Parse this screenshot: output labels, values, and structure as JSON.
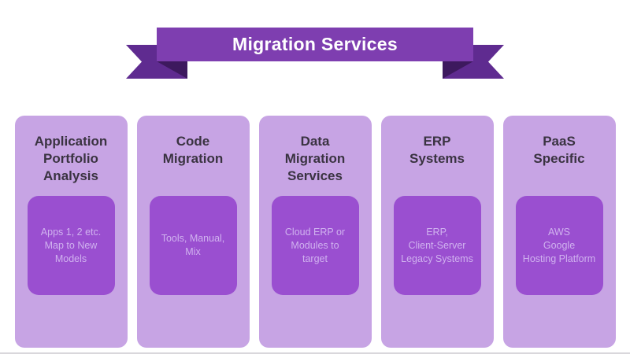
{
  "banner": {
    "title": "Migration Services"
  },
  "columns": [
    {
      "id": "application-portfolio-analysis",
      "title_lines": [
        "Application",
        "Portfolio",
        "Analysis"
      ],
      "detail_lines": [
        "Apps 1, 2 etc.",
        "Map to New",
        "Models"
      ]
    },
    {
      "id": "code-migration",
      "title_lines": [
        "Code",
        "Migration"
      ],
      "detail_lines": [
        "Tools, Manual,",
        "Mix"
      ]
    },
    {
      "id": "data-migration-services",
      "title_lines": [
        "Data",
        "Migration",
        "Services"
      ],
      "detail_lines": [
        "Cloud ERP or",
        "Modules to",
        "target"
      ]
    },
    {
      "id": "erp-systems",
      "title_lines": [
        "ERP",
        "Systems"
      ],
      "detail_lines": [
        "ERP,",
        "Client-Server",
        "Legacy Systems"
      ]
    },
    {
      "id": "paas-specific",
      "title_lines": [
        "PaaS",
        "Specific"
      ],
      "detail_lines": [
        "AWS",
        "Google",
        "Hosting Platform"
      ]
    }
  ],
  "colors": {
    "banner_band": "#7e3eb0",
    "banner_tail": "#5f2b90",
    "banner_fold": "#3d195e",
    "banner_text": "#ffffff",
    "column_bg": "#c7a4e4",
    "inner_box": "#9a4fd0",
    "title_text": "#3a3341",
    "detail_text": "#d0b2ef",
    "page_bg": "#ffffff",
    "bottom_edge": "#d9d7db"
  }
}
